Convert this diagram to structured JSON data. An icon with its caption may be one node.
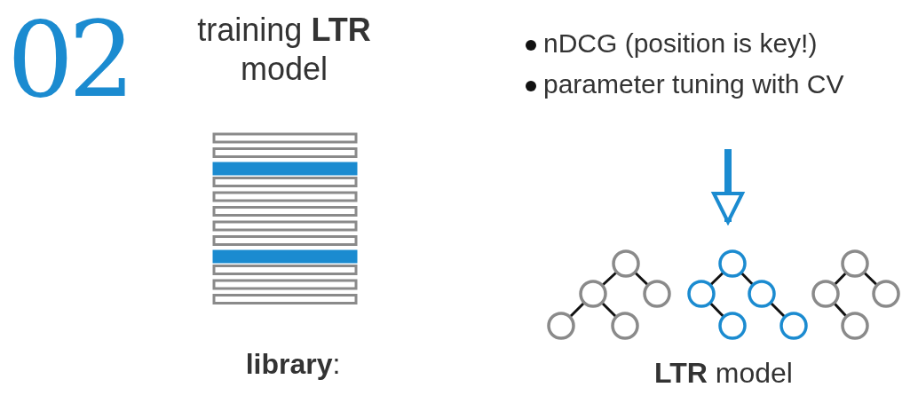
{
  "diagram": {
    "nodes": [
      {
        "text": [
          "nDCG (position is key!)",
          "parameter tuning with CV"
        ]
      },
      {
        "text": [
          "**LTR** model"
        ]
      }
    ],
    "edges": [
      {
        "from": 0,
        "to": 1,
        "arrow": "to"
      }
    ],
    "labels": [
      "02",
      "training **LTR** model",
      "**library**:"
    ]
  }
}
